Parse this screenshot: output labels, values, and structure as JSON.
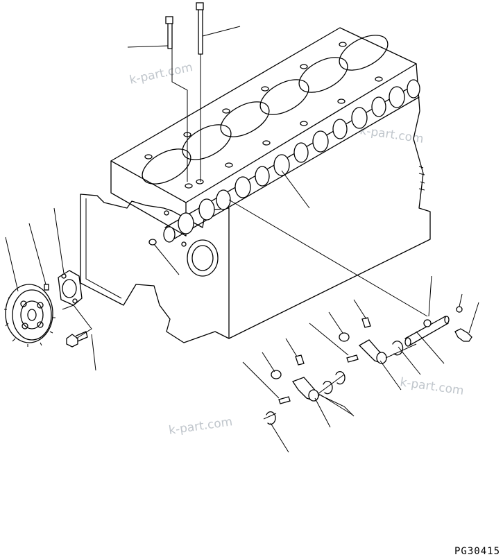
{
  "watermark": {
    "text_1": "k-part.com",
    "text_2": "k-part.com",
    "text_3": "k-part.com",
    "text_4": "k-part.com"
  },
  "figure_code": "PG30415",
  "colors": {
    "line": "#000000",
    "background": "#ffffff",
    "watermark": "#c0c6cc"
  }
}
